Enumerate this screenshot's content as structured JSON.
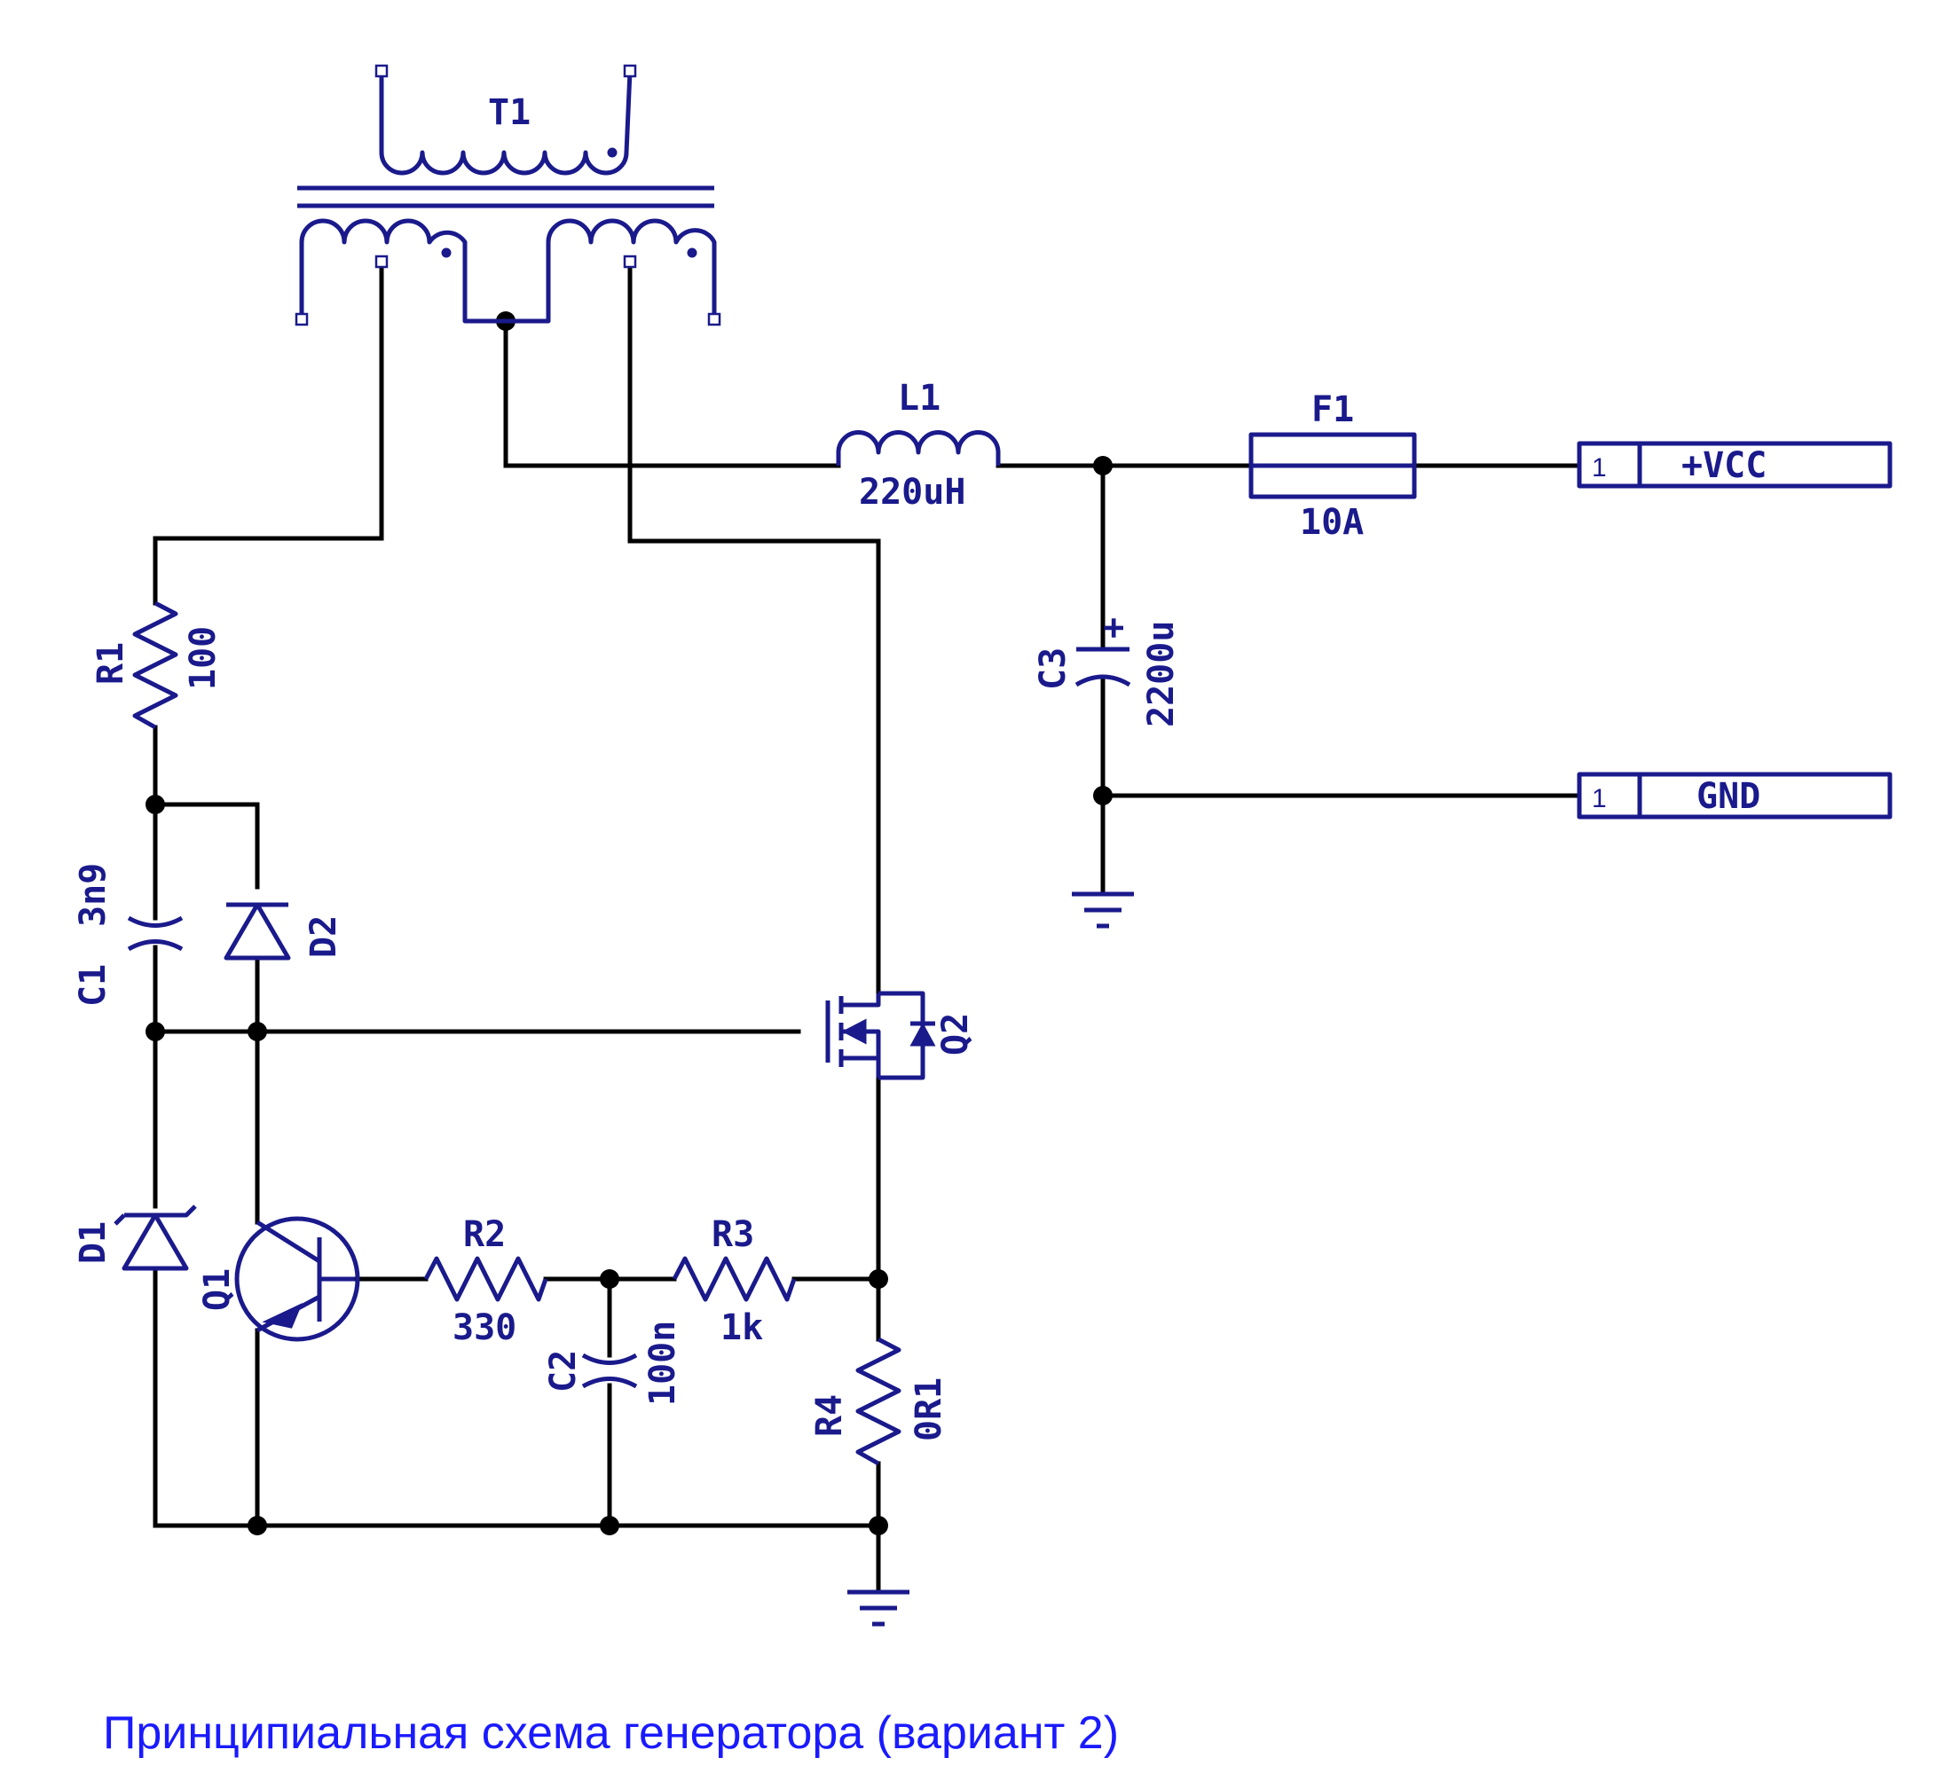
{
  "components": {
    "T1": {
      "ref": "T1"
    },
    "L1": {
      "ref": "L1",
      "value": "220uH"
    },
    "F1": {
      "ref": "F1",
      "value": "10A"
    },
    "C3": {
      "ref": "C3",
      "value": "2200u",
      "polarity": "+"
    },
    "R1": {
      "ref": "R1",
      "value": "100"
    },
    "C1": {
      "ref": "C1",
      "value": "3n9"
    },
    "D2": {
      "ref": "D2"
    },
    "Q2": {
      "ref": "Q2"
    },
    "D1": {
      "ref": "D1"
    },
    "Q1": {
      "ref": "Q1"
    },
    "R2": {
      "ref": "R2",
      "value": "330"
    },
    "R3": {
      "ref": "R3",
      "value": "1k"
    },
    "C2": {
      "ref": "C2",
      "value": "100n"
    },
    "R4": {
      "ref": "R4",
      "value": "0R1"
    }
  },
  "connectors": {
    "vcc": {
      "pin": "1",
      "label": "+VCC"
    },
    "gnd": {
      "pin": "1",
      "label": "GND"
    }
  },
  "caption": "Принципиальная схема генератора (вариант 2)",
  "colors": {
    "symbol": "#1a1a8c",
    "wire": "#000000",
    "caption": "#1a1aff"
  }
}
